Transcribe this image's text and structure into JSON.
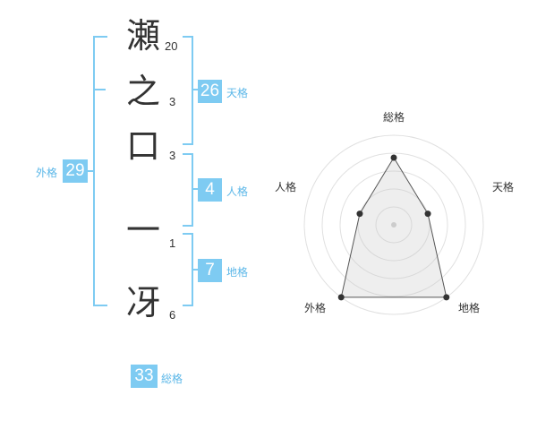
{
  "name": {
    "chars": [
      {
        "char": "瀬",
        "strokes": "20"
      },
      {
        "char": "之",
        "strokes": "3"
      },
      {
        "char": "口",
        "strokes": "3"
      },
      {
        "char": "一",
        "strokes": "1"
      },
      {
        "char": "冴",
        "strokes": "6"
      }
    ]
  },
  "fortune": {
    "tenkaku": {
      "value": "26",
      "label": "天格"
    },
    "jinkaku": {
      "value": "4",
      "label": "人格"
    },
    "chikaku": {
      "value": "7",
      "label": "地格"
    },
    "gaikaku": {
      "value": "29",
      "label": "外格"
    },
    "soukaku": {
      "value": "33",
      "label": "総格"
    }
  },
  "radar": {
    "axes": [
      "総格",
      "天格",
      "地格",
      "外格",
      "人格"
    ],
    "values": [
      0.75,
      0.4,
      1.0,
      1.0,
      0.4
    ],
    "accent": "#7ecbf2"
  }
}
